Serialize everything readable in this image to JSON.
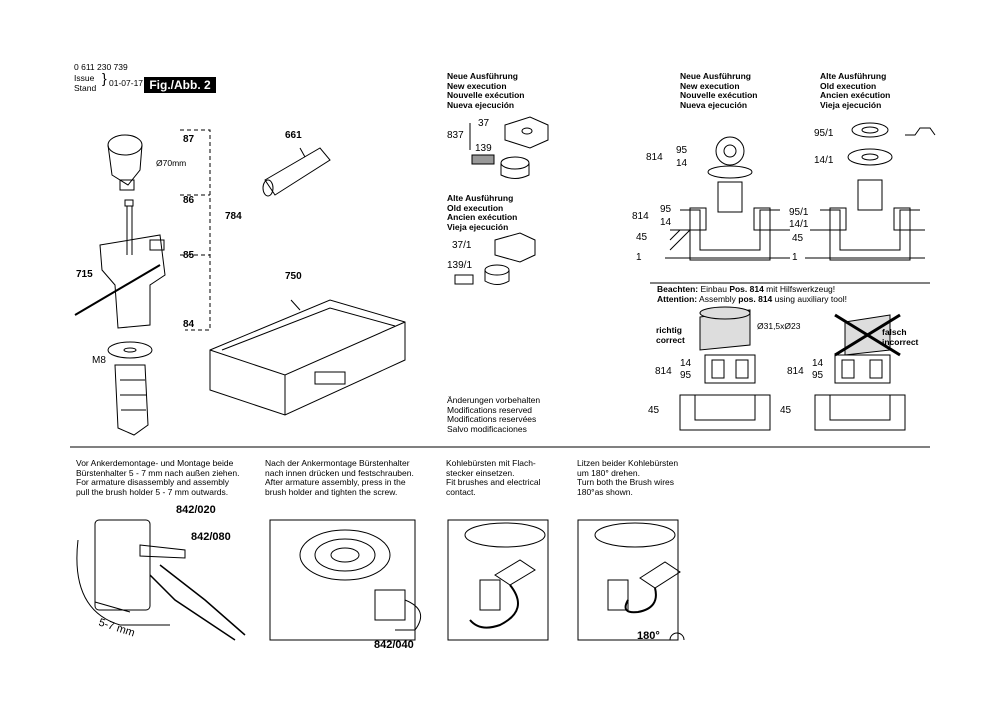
{
  "header": {
    "part_number": "0 611 230 739",
    "issue_label": "Issue",
    "stand_label": "Stand",
    "date": "01-07-17",
    "fig_tag": "Fig./Abb. 2"
  },
  "left_parts": {
    "p87": "87",
    "p70mm": "Ø70mm",
    "p86": "86",
    "p784": "784",
    "p85": "85",
    "p715": "715",
    "p84": "84",
    "pM8": "M8",
    "p661": "661",
    "p750": "750"
  },
  "mid": {
    "new_exec": [
      "Neue Ausführung",
      "New execution",
      "Nouvelle exécution",
      "Nueva ejecución"
    ],
    "old_exec": [
      "Alte Ausführung",
      "Old execution",
      "Ancien exécution",
      "Vieja ejecución"
    ],
    "p837": "837",
    "p37": "37",
    "p139": "139",
    "p37_1": "37/1",
    "p139_1": "139/1",
    "changes": [
      "Änderungen vorbehalten",
      "Modifications reserved",
      "Modifications reservées",
      "Salvo modificaciones"
    ]
  },
  "right_new": {
    "title": [
      "Neue Ausführung",
      "New execution",
      "Nouvelle exécution",
      "Nueva ejecución"
    ],
    "p814": "814",
    "p95": "95",
    "p14": "14",
    "p814b": "814",
    "p95b": "95",
    "p14b": "14",
    "p45": "45",
    "p1": "1"
  },
  "right_old": {
    "title": [
      "Alte Ausführung",
      "Old execution",
      "Ancien exécution",
      "Vieja ejecución"
    ],
    "p95_1": "95/1",
    "p14_1": "14/1",
    "p95_1b": "95/1",
    "p14_1b": "14/1",
    "p45": "45",
    "p1": "1"
  },
  "note": {
    "beachten_label": "Beachten:",
    "beachten_pre": "Einbau ",
    "beachten_pos": "Pos. 814",
    "beachten_post": " mit Hilfswerkzeug!",
    "attention_label": "Attention:",
    "attention_pre": "Assembly ",
    "attention_pos": "pos. 814",
    "attention_post": " using auxiliary tool!",
    "richtig": "richtig",
    "correct": "correct",
    "falsch": "falsch",
    "incorrect": "incorrect",
    "dims": "Ø31,5xØ23",
    "a814": "814",
    "a14": "14",
    "a95": "95",
    "a45": "45",
    "b814": "814",
    "b14": "14",
    "b95": "95",
    "b45": "45"
  },
  "bottom": {
    "step1": [
      "Vor Ankerdemontage- und Montage beide",
      "Bürstenhalter 5 - 7 mm nach außen ziehen.",
      "For armature disassembly and assembly",
      "pull the brush holder 5 - 7 mm outwards."
    ],
    "step2": [
      "Nach der Ankermontage Bürstenhalter",
      "nach innen drücken und festschrauben.",
      "After armature assembly, press in the",
      "brush holder and tighten the screw."
    ],
    "step3": [
      "Kohlebürsten mit Flach-",
      "stecker einsetzen.",
      "Fit brushes and electrical",
      "contact."
    ],
    "step4": [
      "Litzen beider Kohlebürsten",
      "um 180° drehen.",
      "Turn both the Brush wires",
      "180°as shown."
    ],
    "p842_020": "842/020",
    "p842_080": "842/080",
    "dim57": "5-7 mm",
    "p842_040": "842/040",
    "deg180": "180°"
  }
}
